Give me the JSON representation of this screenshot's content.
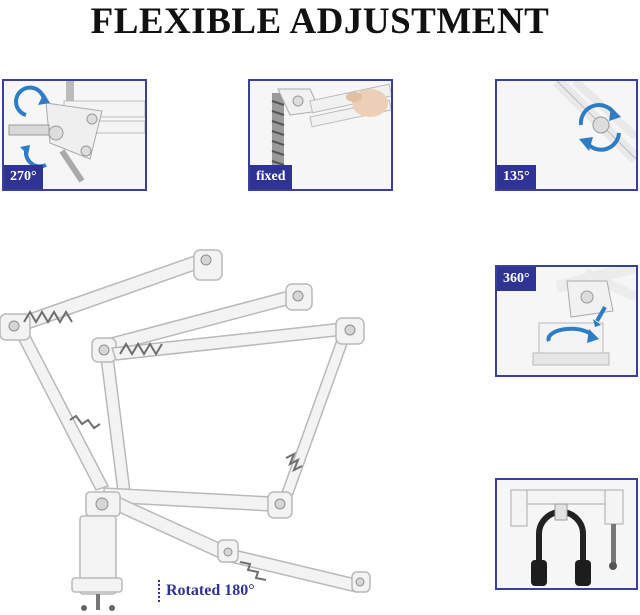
{
  "title": "FLEXIBLE ADJUSTMENT",
  "panels": {
    "p270": {
      "label": "270°"
    },
    "fixed": {
      "label": "fixed"
    },
    "p135": {
      "label": "135°"
    },
    "p360": {
      "label": "360°"
    }
  },
  "caption": "Rotated 180°",
  "colors": {
    "frame": "#3a3f9c",
    "badge": "#2f3494",
    "arrow": "#2e7cc4",
    "arm": "#f2f2f2",
    "outline": "#b9b9b9"
  }
}
